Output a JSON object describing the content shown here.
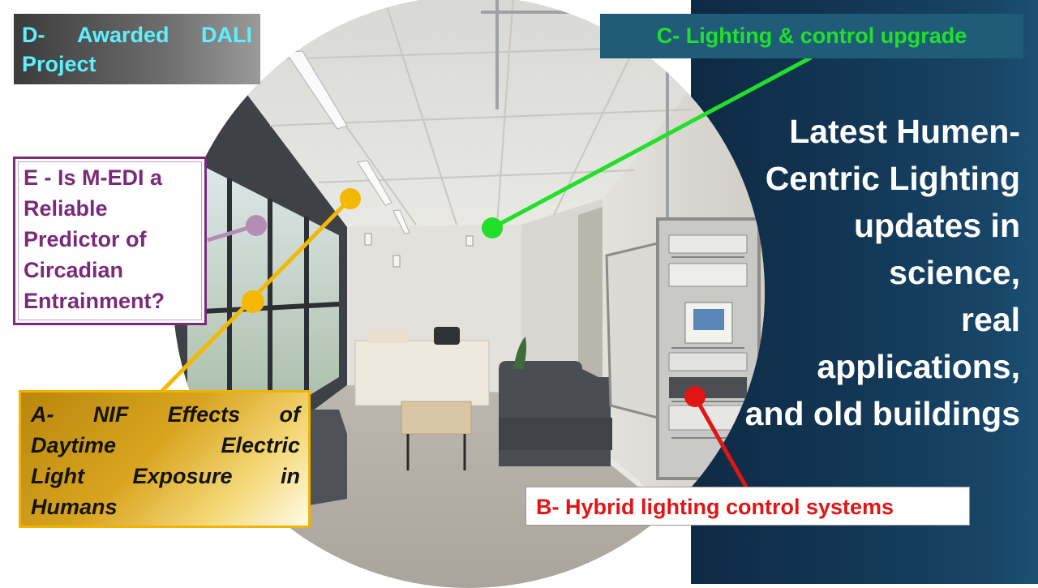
{
  "boxes": {
    "d": {
      "line1_words": [
        "D-",
        "Awarded",
        "DALI"
      ],
      "line2": "Project",
      "color": "#5ef0ff"
    },
    "c": {
      "text": "C- Lighting & control upgrade",
      "color": "#22e02a"
    },
    "e": {
      "lines": [
        "E - Is M-EDI a",
        "Reliable",
        "Predictor of",
        "Circadian",
        "Entrainment?"
      ],
      "color": "#7a2a7a"
    },
    "a": {
      "lines": [
        [
          "A-",
          "NIF",
          "Effects",
          "of"
        ],
        [
          "Daytime",
          "Electric"
        ],
        [
          "Light",
          "Exposure",
          "in"
        ],
        [
          "Humans"
        ]
      ],
      "color": "#141414"
    },
    "b": {
      "text": "B- Hybrid lighting control systems",
      "color": "#e21414"
    }
  },
  "headline": {
    "lines": [
      "Latest Humen-",
      "Centric Lighting",
      "updates in",
      "science,",
      "real",
      "applications,",
      "and old buildings"
    ],
    "color": "#ffffff"
  },
  "photo": {
    "subject": "office-interior-with-electrical-control-panel"
  },
  "connector_colors": {
    "green": "#22e02a",
    "yellow": "#f5b800",
    "purple": "#b48cb4",
    "red": "#e21414"
  }
}
